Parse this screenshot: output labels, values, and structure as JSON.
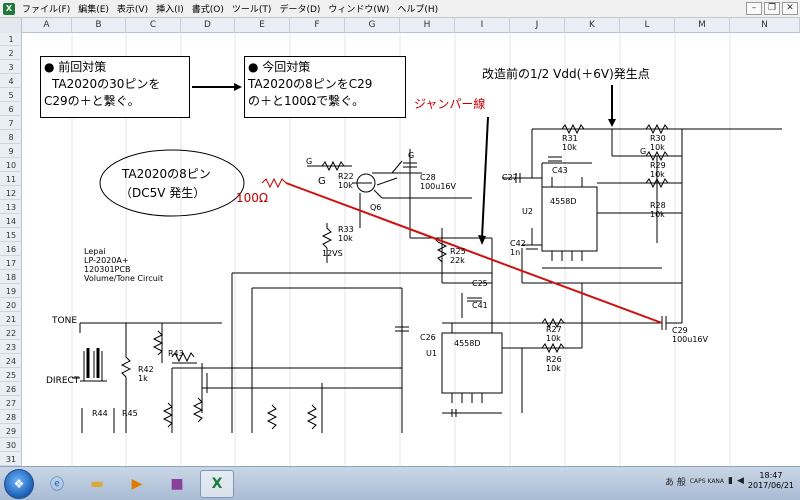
{
  "menubar": {
    "items": [
      "ファイル(F)",
      "編集(E)",
      "表示(V)",
      "挿入(I)",
      "書式(O)",
      "ツール(T)",
      "データ(D)",
      "ウィンドウ(W)",
      "ヘルプ(H)"
    ]
  },
  "columns": [
    "A",
    "B",
    "C",
    "D",
    "E",
    "F",
    "G",
    "H",
    "I",
    "J",
    "K",
    "L",
    "M",
    "N"
  ],
  "rows": [
    "1",
    "2",
    "3",
    "4",
    "5",
    "6",
    "7",
    "8",
    "9",
    "10",
    "11",
    "12",
    "13",
    "14",
    "15",
    "16",
    "17",
    "18",
    "19",
    "20",
    "21",
    "22",
    "23",
    "24",
    "25",
    "26",
    "27",
    "28",
    "29",
    "30",
    "31"
  ],
  "notes": {
    "prev_title": "● 前回対策",
    "prev_line1": "TA2020の30ピンを",
    "prev_line2": "C29の＋と繋ぐ。",
    "cur_title": "● 今回対策",
    "cur_line1": "TA2020の8ピンをC29",
    "cur_line2": "の＋と100Ωで繋ぐ。",
    "vdd_label": "改造前の1/2  Vdd(＋6V)発生点",
    "jumper_label": "ジャンパー線",
    "ellipse_line1": "TA2020の8ピン",
    "ellipse_line2": "（DC5V  発生）",
    "resistor_label": "100Ω"
  },
  "schematic": {
    "board1": "Lepai",
    "board2": "LP-2020A+",
    "board3": "120301PCB",
    "board4": "Volume/Tone Circuit",
    "tone": "TONE",
    "direct": "DIRECT",
    "r22": "R22",
    "r22v": "10k",
    "r33": "R33",
    "r33v": "10k",
    "q6": "Q6",
    "v12": "12VS",
    "c28": "C28",
    "c28v": "100u16V",
    "c27": "C27",
    "c43": "C43",
    "r31": "R31",
    "r31v": "10k",
    "r30": "R30",
    "r30v": "10k",
    "r29": "R29",
    "r29v": "10k",
    "r28": "R28",
    "r28v": "10k",
    "u2": "U2",
    "ic2": "4558D",
    "c42": "C42",
    "c42v": "1n",
    "r25": "R25",
    "r25v": "22k",
    "c25": "C25",
    "c41": "C41",
    "c29": "C29",
    "c29v": "100u16V",
    "c26": "C26",
    "u1": "U1",
    "ic1": "4558D",
    "r27": "R27",
    "r27v": "10k",
    "r26": "R26",
    "r26v": "10k",
    "r42": "R42",
    "r42v": "1k",
    "r43": "R43",
    "r44": "R44",
    "r45": "R45",
    "g": "G"
  },
  "taskbar": {
    "ime": "あ 般",
    "caps": "CAPS KANA",
    "time": "18:47",
    "date": "2017/06/21"
  }
}
